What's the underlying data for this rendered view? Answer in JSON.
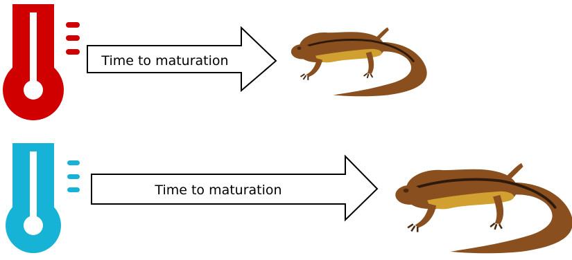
{
  "colors": {
    "warm": "#d10000",
    "cool": "#17b3d6",
    "arrow_fill": "#ffffff",
    "arrow_stroke": "#000000",
    "salamander_body": "#8a4f1f",
    "salamander_belly": "#d1a030",
    "salamander_stripe": "#2e1a0c",
    "salamander_dark": "#4a2a12"
  },
  "rows": [
    {
      "condition": "warm",
      "thermometer_icon": "thermometer-hot-icon",
      "arrow_label": "Time to maturation",
      "salamander_icon": "salamander-small-image"
    },
    {
      "condition": "cool",
      "thermometer_icon": "thermometer-cold-icon",
      "arrow_label": "Time to maturation",
      "salamander_icon": "salamander-large-image"
    }
  ]
}
